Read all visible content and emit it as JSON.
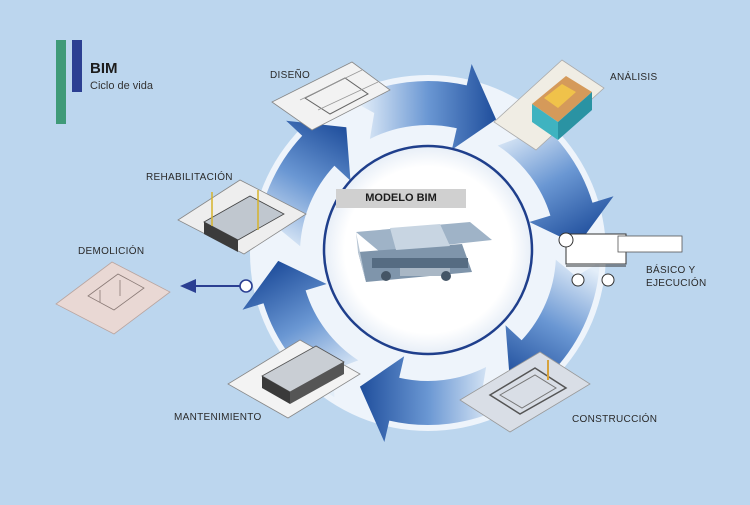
{
  "header": {
    "title": "BIM",
    "subtitle": "Ciclo de vida"
  },
  "center": {
    "label": "MODELO BIM"
  },
  "stages": {
    "diseno": "DISEÑO",
    "analisis": "ANÁLISIS",
    "basico_line1": "BÁSICO Y",
    "basico_line2": "EJECUCIÓN",
    "construccion": "CONSTRUCCIÓN",
    "mantenimiento": "MANTENIMIENTO",
    "rehabilitacion": "REHABILITACIÓN",
    "demolicion": "DEMOLICIÓN"
  },
  "colors": {
    "background": "#bcd6ee",
    "ring_dark": "#1f4e9c",
    "ring_light": "#e3eef9",
    "accent_green": "#3f9a78",
    "accent_blue": "#2b3f92",
    "exit_arrow": "#2b3f92"
  }
}
